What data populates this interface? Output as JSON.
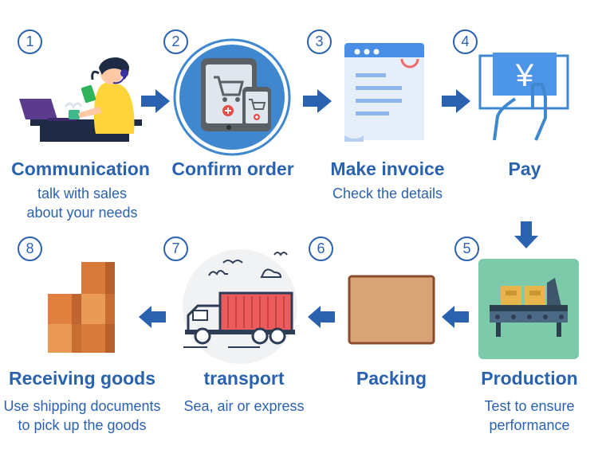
{
  "steps": [
    {
      "number": "1",
      "title": "Communication",
      "desc": [
        "talk with sales",
        "about your needs"
      ]
    },
    {
      "number": "2",
      "title": "Confirm order",
      "desc": []
    },
    {
      "number": "3",
      "title": "Make invoice",
      "desc": [
        "Check the details"
      ]
    },
    {
      "number": "4",
      "title": "Pay",
      "desc": []
    },
    {
      "number": "5",
      "title": "Production",
      "desc": [
        "Test to ensure",
        "performance"
      ]
    },
    {
      "number": "6",
      "title": "Packing",
      "desc": []
    },
    {
      "number": "7",
      "title": "transport",
      "desc": [
        "Sea, air or express"
      ]
    },
    {
      "number": "8",
      "title": "Receiving goods",
      "desc": [
        "Use shipping documents",
        "to pick up the goods"
      ]
    }
  ],
  "currency_symbol": "¥",
  "colors": {
    "accent": "#2a62b0",
    "arrow": "#2a62b0",
    "production_bg": "#7ccaa9",
    "invoice_blue": "#4a8fe6",
    "box_tan": "#d9a475",
    "orange_box": "#d77a3a",
    "truck_red": "#ec5c5c"
  },
  "icons": [
    "operator-icon",
    "tablet-cart-icon",
    "invoice-icon",
    "payment-icon",
    "conveyor-icon",
    "box-icon",
    "truck-icon",
    "stacked-boxes-icon"
  ]
}
